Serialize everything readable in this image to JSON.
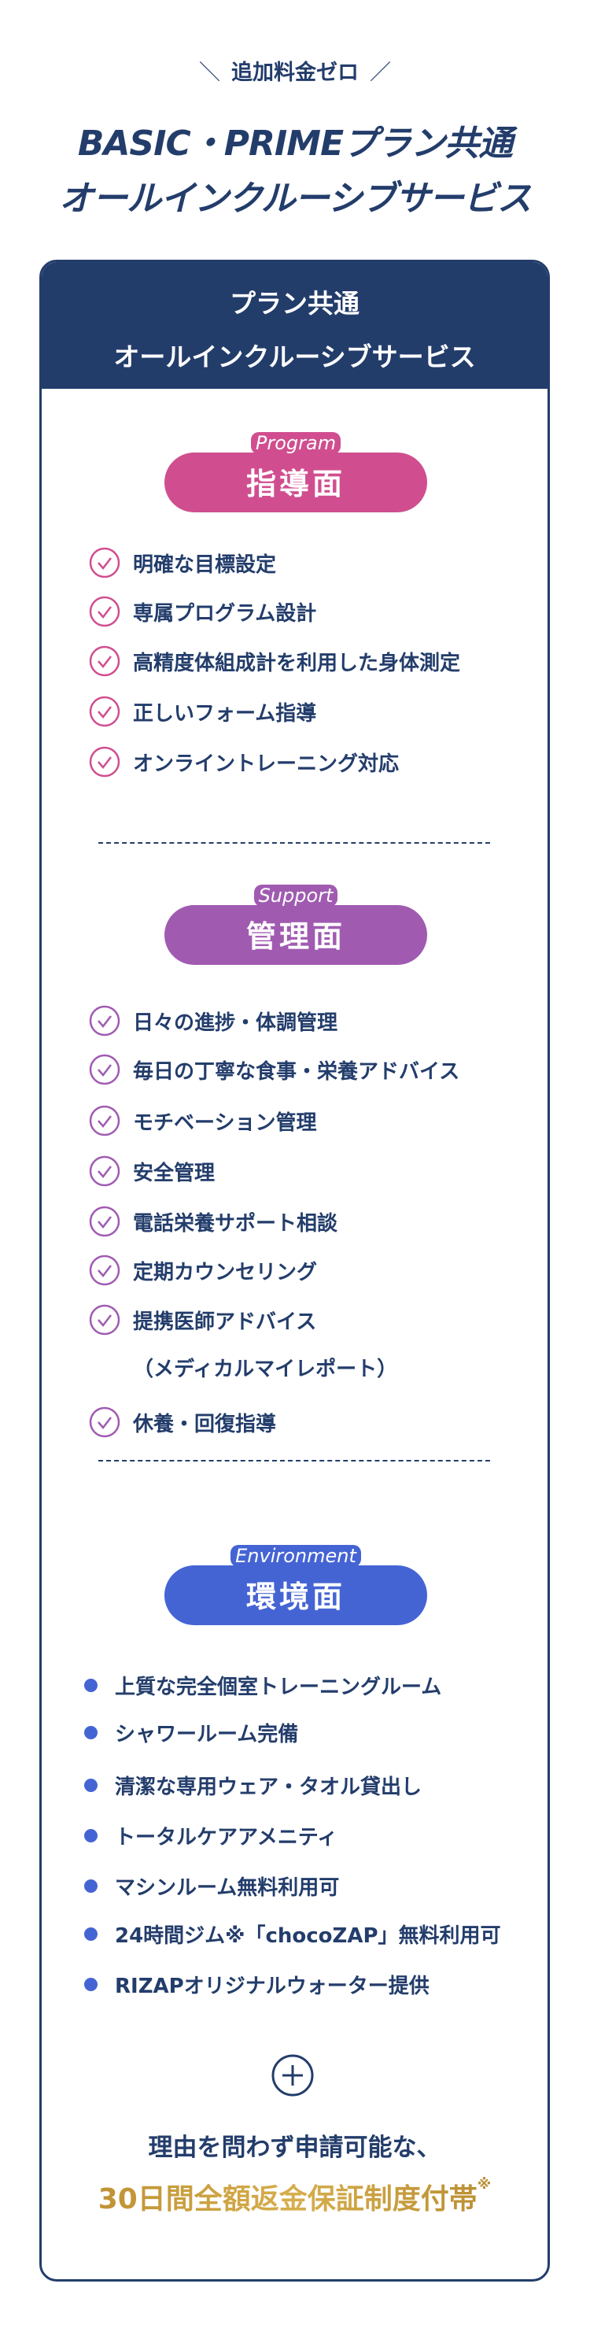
{
  "intro": {
    "eyebrow_left": "＼",
    "eyebrow": "追加料金ゼロ",
    "eyebrow_right": "／",
    "title_line1": "BASIC・PRIMEプラン共通",
    "title_line2": "オールインクルーシブサービス"
  },
  "card": {
    "header_line1": "プラン共通",
    "header_line2": "オールインクルーシブサービス",
    "sections": [
      {
        "tag": "Program",
        "title": "指導面",
        "color": "#d04e8f",
        "items": [
          "明確な目標設定",
          "専属プログラム設計",
          "高精度体組成計を利用した身体測定",
          "正しいフォーム指導",
          "オンライントレーニング対応"
        ]
      },
      {
        "tag": "Support",
        "title": "管理面",
        "color": "#a05bb1",
        "items": [
          "日々の進捗・体調管理",
          "毎日の丁寧な食事・栄養アドバイス",
          "モチベーション管理",
          "安全管理",
          "電話栄養サポート相談",
          "定期カウンセリング",
          "提携医師アドバイス",
          "休養・回復指導"
        ],
        "item7_sub": "（メディカルマイレポート）"
      },
      {
        "tag": "Environment",
        "title": "環境面",
        "color": "#4564d4",
        "items": [
          "上質な完全個室トレーニングルーム",
          "シャワールーム完備",
          "清潔な専用ウェア・タオル貸出し",
          "トータルケアアメニティ",
          "マシンルーム無料利用可",
          "24時間ジム※「chocoZAP」無料利用可",
          "RIZAPオリジナルウォーター提供"
        ]
      }
    ],
    "plus_icon": "plus-circle-icon",
    "bottom_line1": "理由を問わず申請可能な、",
    "bottom_line2": "30日間全額返金保証制度付帯",
    "bottom_mark": "※"
  },
  "colors": {
    "navy": "#233d6b",
    "gold": "#c49a38"
  }
}
